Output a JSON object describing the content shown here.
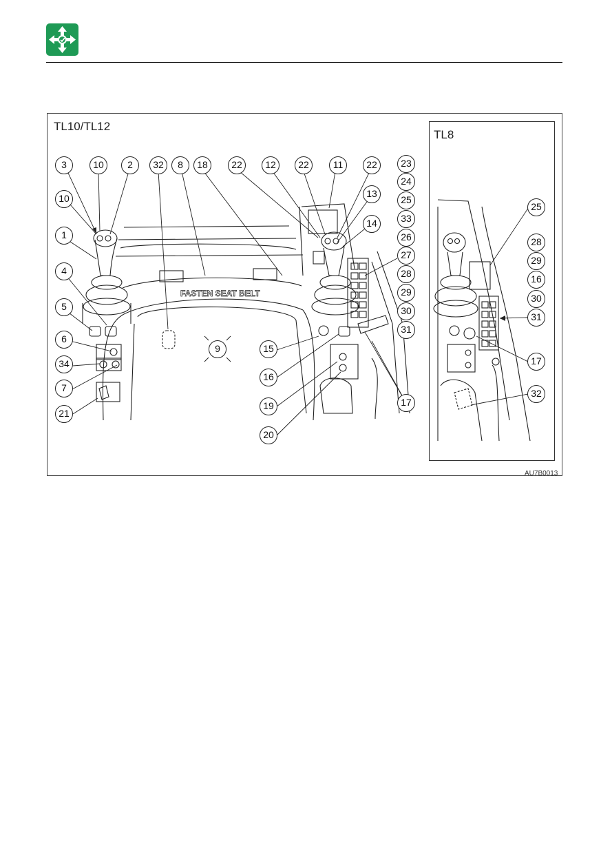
{
  "header": {
    "logo_icon": "directional-arrows-icon",
    "brand_color": "#1e9a55"
  },
  "figure": {
    "main_model": "TL10/TL12",
    "inset_model": "TL8",
    "belt_text": "FASTEN SEAT BELT",
    "figure_code": "AU7B0013",
    "callouts_main": [
      "3",
      "10",
      "2",
      "32",
      "8",
      "18",
      "22",
      "12",
      "22",
      "11",
      "22",
      "23",
      "10",
      "13",
      "24",
      "25",
      "1",
      "14",
      "33",
      "26",
      "27",
      "4",
      "28",
      "29",
      "5",
      "30",
      "6",
      "31",
      "15",
      "9",
      "34",
      "16",
      "7",
      "19",
      "17",
      "21",
      "20"
    ],
    "callouts_inset": [
      "25",
      "28",
      "29",
      "16",
      "30",
      "31",
      "17",
      "32"
    ]
  }
}
